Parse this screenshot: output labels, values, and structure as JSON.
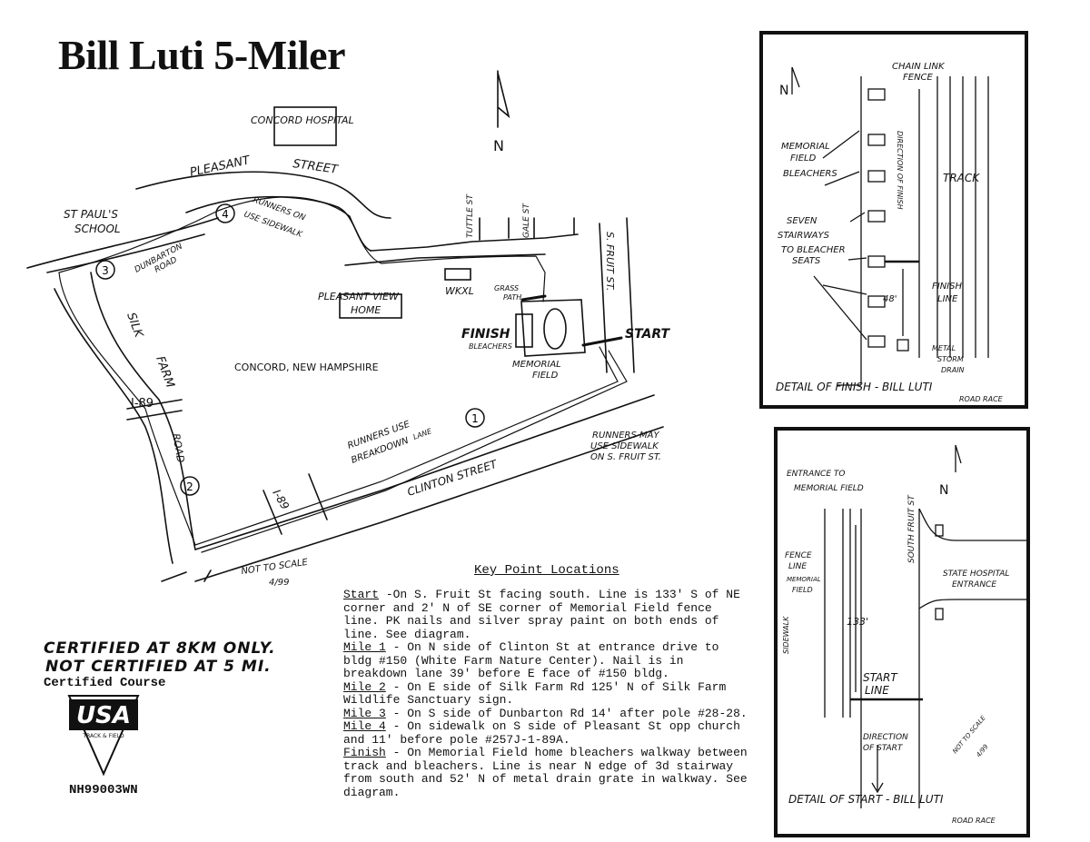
{
  "title": "Bill Luti 5-Miler",
  "main_map": {
    "labels": {
      "hospital": "CONCORD HOSPITAL",
      "pleasant": "PLEASANT",
      "street": "STREET",
      "st_pauls_1": "ST PAUL'S",
      "st_pauls_2": "SCHOOL",
      "runners_sidewalk_1": "RUNNERS ON",
      "runners_sidewalk_2": "USE SIDEWALK",
      "dunbarton_1": "DUNBARTON",
      "dunbarton_2": "ROAD",
      "tuttle": "TUTTLE ST",
      "gale": "GALE ST",
      "south_fruit": "S. FRUIT ST.",
      "pleasant_view_1": "PLEASANT VIEW",
      "pleasant_view_2": "HOME",
      "wkxl": "WKXL",
      "grass_path_1": "GRASS",
      "grass_path_2": "PATH",
      "finish": "FINISH",
      "bleachers": "BLEACHERS",
      "start": "START",
      "memorial_1": "MEMORIAL",
      "memorial_2": "FIELD",
      "concord": "CONCORD, NEW HAMPSHIRE",
      "silk": "SILK",
      "farm": "FARM",
      "road": "ROAD",
      "i89": "I-89",
      "i89_lower": "I-89",
      "breakdown_1": "RUNNERS USE",
      "breakdown_2": "BREAKDOWN",
      "breakdown_3": "LANE",
      "clinton": "CLINTON STREET",
      "runners_may_1": "RUNNERS MAY",
      "runners_may_2": "USE SIDEWALK",
      "runners_may_3": "ON S. FRUIT ST.",
      "not_to_scale": "NOT TO SCALE",
      "date": "4/99",
      "north": "N"
    },
    "markers": [
      "1",
      "2",
      "3",
      "4"
    ]
  },
  "finish_detail": {
    "chain_1": "CHAIN LINK",
    "chain_2": "FENCE",
    "mem_1": "MEMORIAL",
    "mem_2": "FIELD",
    "mem_3": "BLEACHERS",
    "track": "TRACK",
    "direction": "DIRECTION OF FINISH",
    "seven_1": "SEVEN",
    "seven_2": "STAIRWAYS",
    "seven_3": "TO BLEACHER",
    "seven_4": "SEATS",
    "finish_1": "FINISH",
    "finish_2": "LINE",
    "distance": "48'",
    "metal_1": "METAL",
    "metal_2": "STORM",
    "metal_3": "DRAIN",
    "caption_1": "DETAIL OF FINISH - BILL LUTI",
    "caption_2": "ROAD RACE",
    "north": "N"
  },
  "start_detail": {
    "entrance_1": "ENTRANCE TO",
    "entrance_2": "MEMORIAL FIELD",
    "south_fruit": "SOUTH FRUIT ST",
    "fence_1": "FENCE",
    "fence_2": "LINE",
    "fence_3": "MEMORIAL",
    "fence_4": "FIELD",
    "sidewalk": "SIDEWALK",
    "distance": "133'",
    "state_1": "STATE HOSPITAL",
    "state_2": "ENTRANCE",
    "start_1": "START",
    "start_2": "LINE",
    "dir_1": "DIRECTION",
    "dir_2": "OF START",
    "nts_1": "NOT TO SCALE",
    "nts_2": "4/99",
    "caption_1": "DETAIL OF START - BILL LUTI",
    "caption_2": "ROAD RACE",
    "north": "N"
  },
  "key": {
    "title": "Key Point Locations",
    "items": [
      {
        "label": "Start",
        "text": " -On S. Fruit St facing south. Line is 133' S of NE corner and 2' N of SE corner of Memorial Field fence line. PK nails and silver spray paint on both ends of line. See diagram."
      },
      {
        "label": "Mile 1",
        "text": " - On N side of Clinton St at entrance drive to bldg #150 (White Farm Nature Center). Nail is in breakdown lane 39' before E face of #150 bldg."
      },
      {
        "label": "Mile 2",
        "text": " - On E side of Silk Farm Rd 125' N of Silk Farm Wildlife Sanctuary sign."
      },
      {
        "label": "Mile 3",
        "text": " - On S side of Dunbarton Rd 14' after pole #28-28."
      },
      {
        "label": "Mile 4",
        "text": " - On sidewalk on S side of Pleasant St opp church and 11' before pole #257J-1-89A."
      },
      {
        "label": "Finish",
        "text": " - On Memorial Field home bleachers walkway between track and bleachers. Line is near N edge of 3d stairway from south and 52' N of metal drain grate in walkway. See diagram."
      }
    ]
  },
  "certification": {
    "line1": "CERTIFIED AT 8KM ONLY.",
    "line2": "NOT CERTIFIED AT 5 MI.",
    "course": "Certified Course",
    "logo": "USA",
    "logo_sub": "TRACK & FIELD",
    "id": "NH99003WN"
  }
}
